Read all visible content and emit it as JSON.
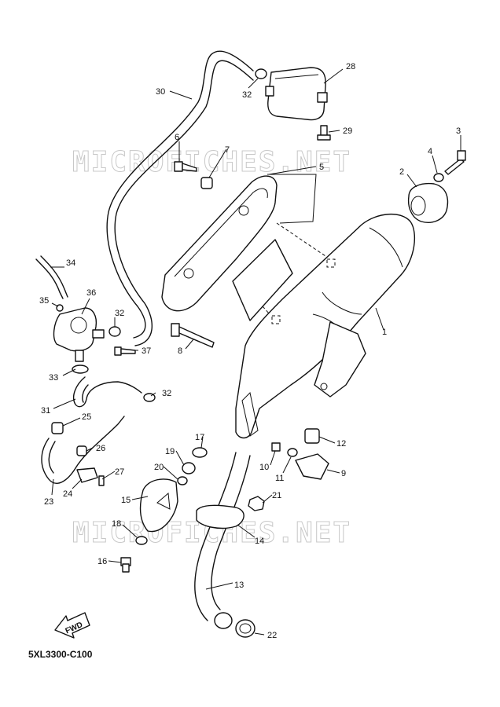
{
  "diagram_code": "5XL3300-C100",
  "watermark_text": "MICROFICHES.NET",
  "fwd_label": "FWD",
  "callouts": [
    {
      "label": "1"
    },
    {
      "label": "2"
    },
    {
      "label": "3"
    },
    {
      "label": "4"
    },
    {
      "label": "5"
    },
    {
      "label": "6"
    },
    {
      "label": "7"
    },
    {
      "label": "8"
    },
    {
      "label": "9"
    },
    {
      "label": "10"
    },
    {
      "label": "11"
    },
    {
      "label": "12"
    },
    {
      "label": "13"
    },
    {
      "label": "14"
    },
    {
      "label": "15"
    },
    {
      "label": "16"
    },
    {
      "label": "17"
    },
    {
      "label": "18"
    },
    {
      "label": "19"
    },
    {
      "label": "20"
    },
    {
      "label": "21"
    },
    {
      "label": "22"
    },
    {
      "label": "23"
    },
    {
      "label": "24"
    },
    {
      "label": "25"
    },
    {
      "label": "26"
    },
    {
      "label": "27"
    },
    {
      "label": "28"
    },
    {
      "label": "29"
    },
    {
      "label": "30"
    },
    {
      "label": "31"
    },
    {
      "label": "32"
    },
    {
      "label": "32"
    },
    {
      "label": "32"
    },
    {
      "label": "33"
    },
    {
      "label": "34"
    },
    {
      "label": "35"
    },
    {
      "label": "36"
    },
    {
      "label": "37"
    }
  ]
}
